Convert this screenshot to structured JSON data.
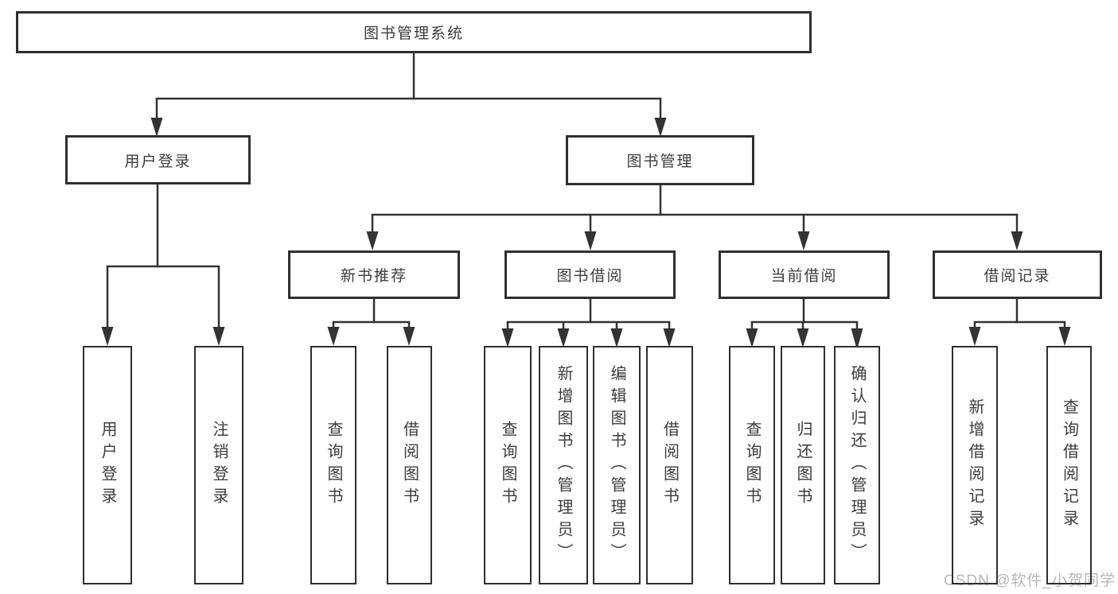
{
  "watermark": "CSDN @软件_小贺同学",
  "tree": {
    "label": "图书管理系统",
    "children": [
      {
        "label": "用户登录",
        "children": [
          {
            "label": "用户登录"
          },
          {
            "label": "注销登录"
          }
        ]
      },
      {
        "label": "图书管理",
        "children": [
          {
            "label": "新书推荐",
            "children": [
              {
                "label": "查询图书"
              },
              {
                "label": "借阅图书"
              }
            ]
          },
          {
            "label": "图书借阅",
            "children": [
              {
                "label": "查询图书"
              },
              {
                "label": "新增图书（管理员）"
              },
              {
                "label": "编辑图书（管理员）"
              },
              {
                "label": "借阅图书"
              }
            ]
          },
          {
            "label": "当前借阅",
            "children": [
              {
                "label": "查询图书"
              },
              {
                "label": "归还图书"
              },
              {
                "label": "确认归还（管理员）"
              }
            ]
          },
          {
            "label": "借阅记录",
            "children": [
              {
                "label": "新增借阅记录"
              },
              {
                "label": "查询借阅记录"
              }
            ]
          }
        ]
      }
    ]
  },
  "colors": {
    "line": "#333333",
    "border": "#2f2f2f",
    "text": "#3c3c3c",
    "watermark": "#b4b8bc",
    "background": "#ffffff"
  }
}
